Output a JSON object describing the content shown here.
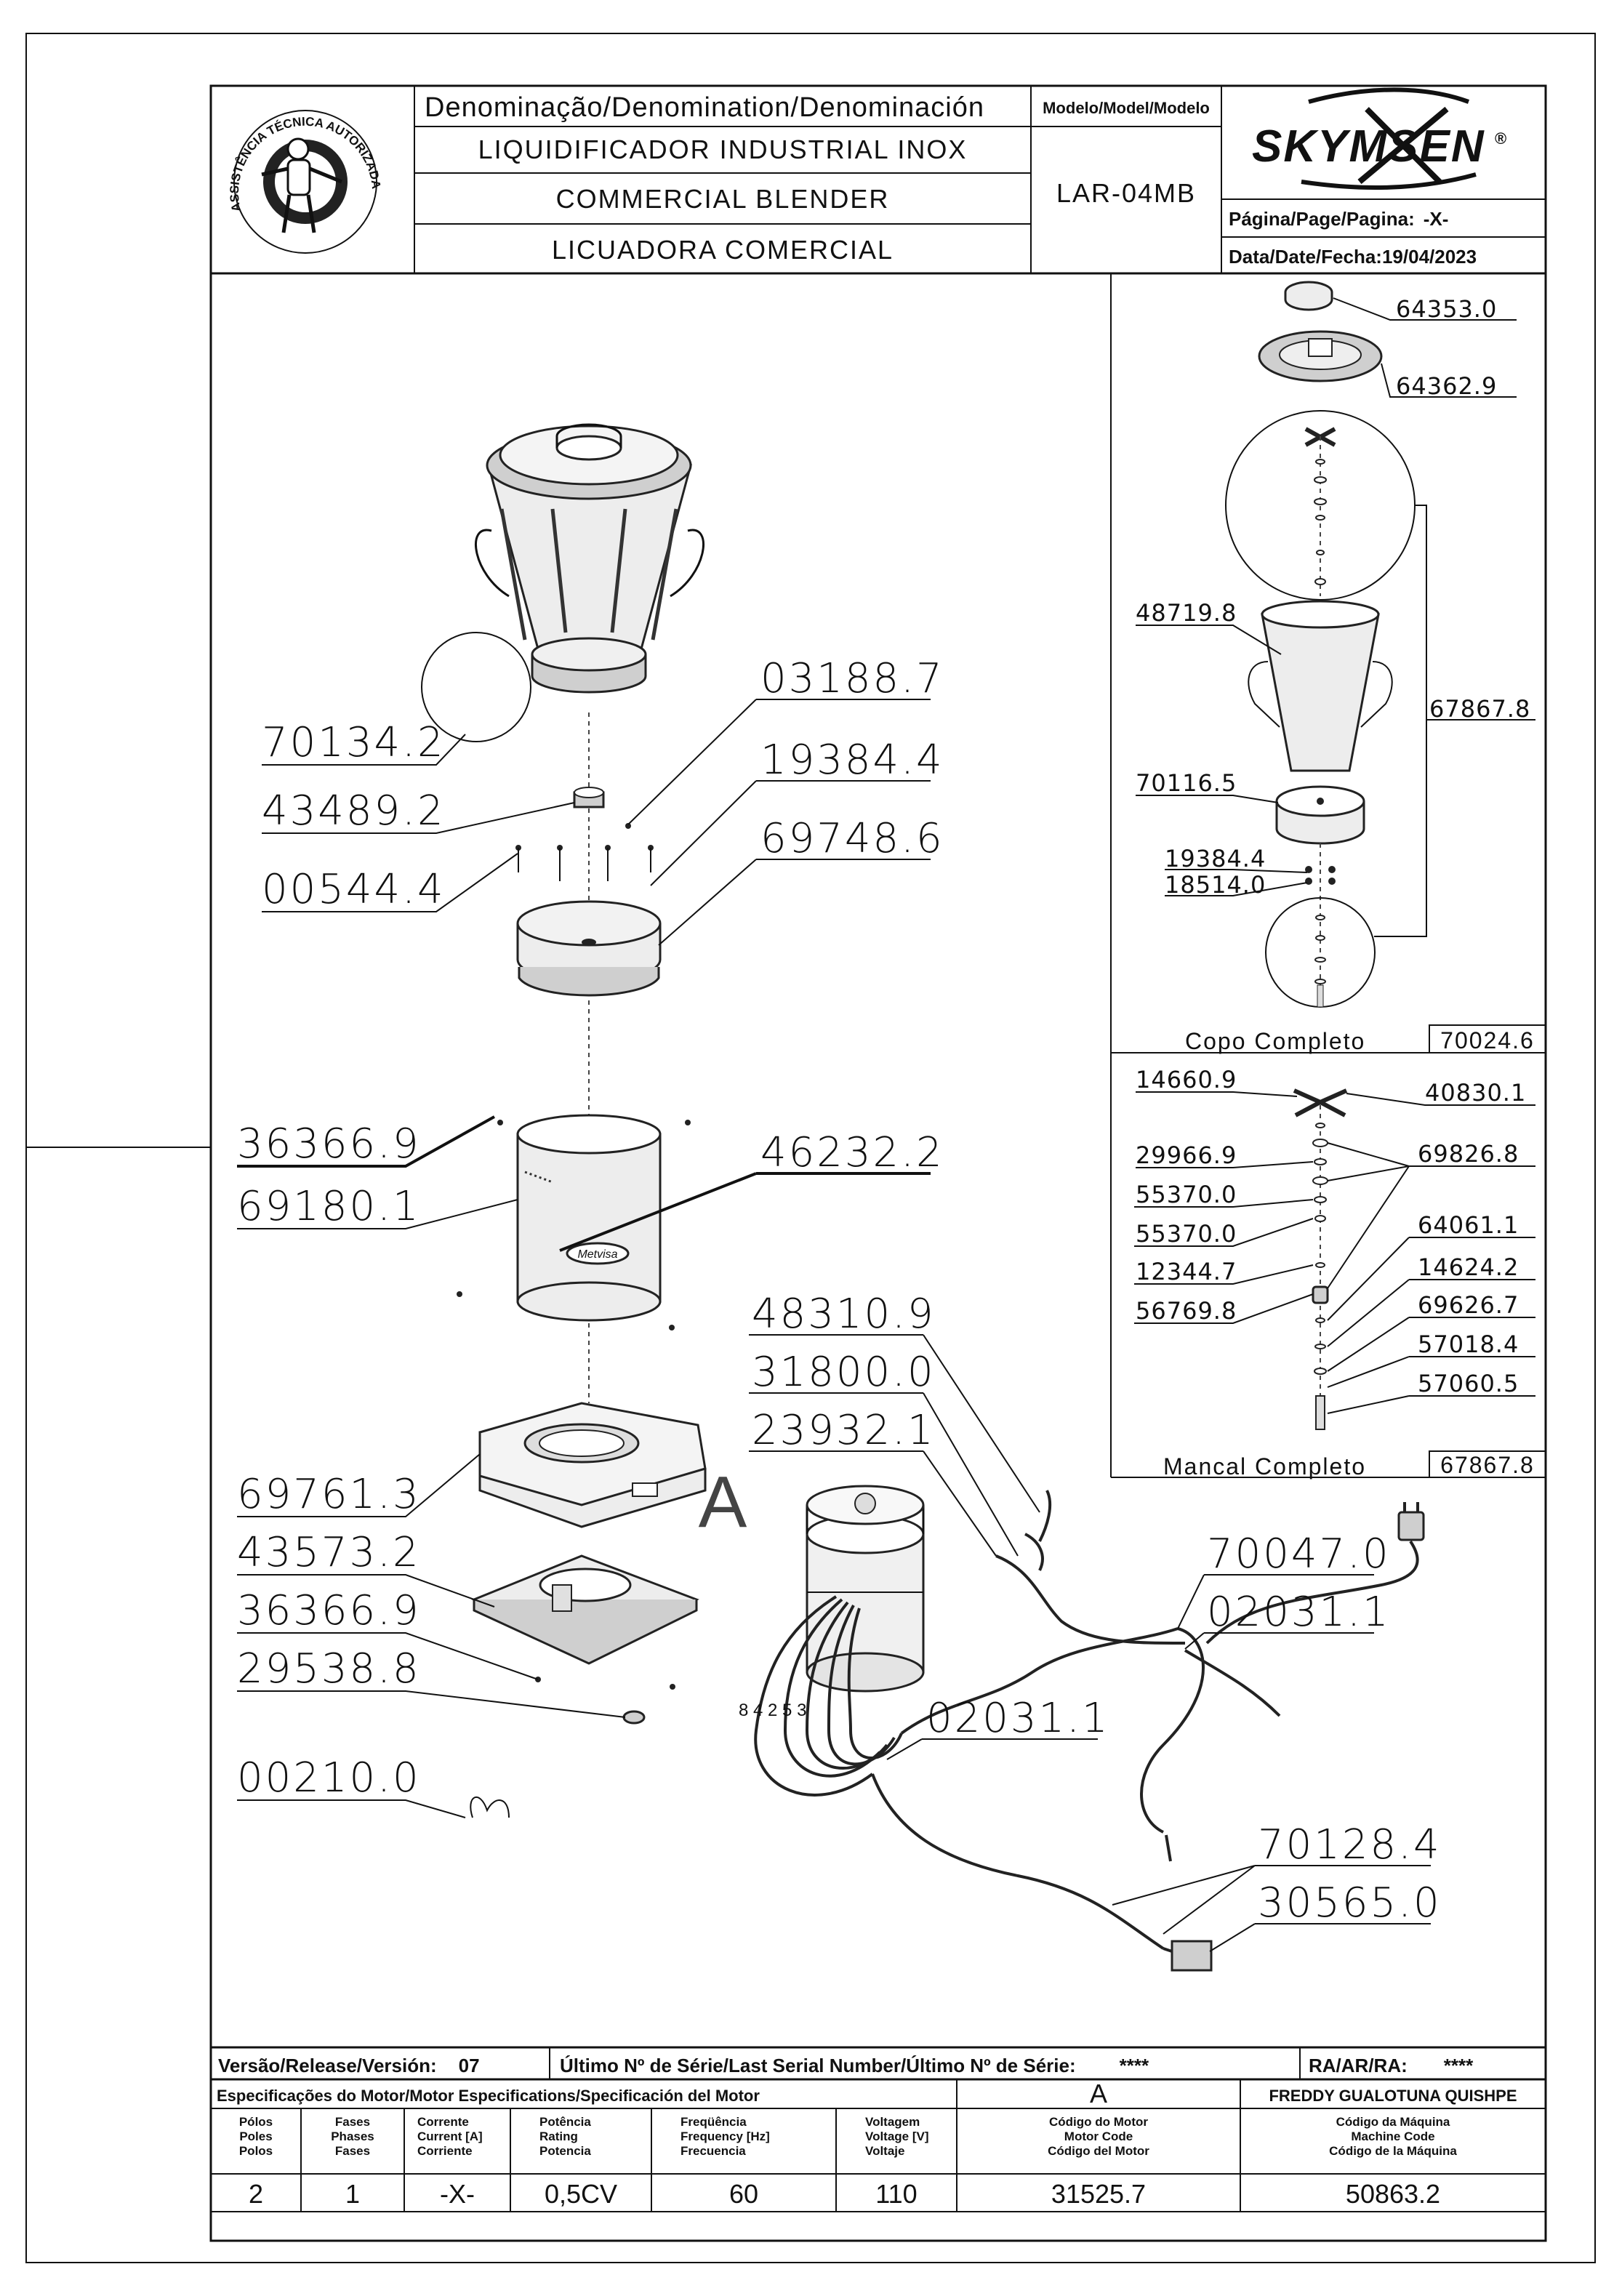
{
  "header": {
    "denomination_label": "Denominação/Denomination/Denominación",
    "name_pt": "LIQUIDIFICADOR INDUSTRIAL INOX",
    "name_en": "COMMERCIAL BLENDER",
    "name_es": "LICUADORA COMERCIAL",
    "model_label": "Modelo/Model/Modelo",
    "model_value": "LAR-04MB",
    "brand": "SKYMSEN",
    "brand_mark": "®",
    "page_label": "Página/Page/Pagina:",
    "page_value": "-X-",
    "date_label": "Data/Date/Fecha:",
    "date_value": "19/04/2023",
    "seal_text_top": "ASSISTÊNCIA TÉCNICA AUTORIZADA"
  },
  "parts": {
    "p70134_2": "70134.2",
    "p43489_2": "43489.2",
    "p00544_4": "00544.4",
    "p03188_7": "03188.7",
    "p19384_4": "19384.4",
    "p69748_6": "69748.6",
    "p36366_9a": "36366.9",
    "p69180_1": "69180.1",
    "p46232_2": "46232.2",
    "p69761_3": "69761.3",
    "p43573_2": "43573.2",
    "p36366_9b": "36366.9",
    "p29538_8": "29538.8",
    "p00210_0": "00210.0",
    "p48310_9": "48310.9",
    "p31800_0": "31800.0",
    "p23932_1": "23932.1",
    "p70047_0": "70047.0",
    "p02031_1a": "02031.1",
    "p02031_1b": "02031.1",
    "p70128_4": "70128.4",
    "p30565_0": "30565.0",
    "view_marker": "A",
    "badge_text": "Metvisa",
    "wire_numbers": "8 4 2 5 3"
  },
  "copo_panel": {
    "p64353_0": "64353.0",
    "p64362_9": "64362.9",
    "p48719_8": "48719.8",
    "p67867_8": "67867.8",
    "p70116_5": "70116.5",
    "p19384_4": "19384.4",
    "p18514_0": "18514.0",
    "caption": "Copo Completo",
    "code": "70024.6"
  },
  "mancal_panel": {
    "p14660_9": "14660.9",
    "p40830_1": "40830.1",
    "p29966_9": "29966.9",
    "p69826_8": "69826.8",
    "p55370_0a": "55370.0",
    "p55370_0b": "55370.0",
    "p64061_1": "64061.1",
    "p12344_7": "12344.7",
    "p14624_2": "14624.2",
    "p56769_8": "56769.8",
    "p69626_7": "69626.7",
    "p57018_4": "57018.4",
    "p57060_5": "57060.5",
    "caption": "Mancal Completo",
    "code": "67867.8"
  },
  "footer": {
    "version_label": "Versão/Release/Versión:",
    "version_value": "07",
    "serial_label": "Último Nº de Série/Last Serial Number/Último Nº de Série:",
    "serial_value": "****",
    "ra_label": "RA/AR/RA:",
    "ra_value": "****",
    "motor_spec_label": "Especificações do Motor/Motor Especifications/Specificación del Motor",
    "motor_letter": "A",
    "technician": "FREDDY GUALOTUNA QUISHPE",
    "columns": [
      {
        "l1": "Pólos",
        "l2": "Poles",
        "l3": "Polos",
        "value": "2"
      },
      {
        "l1": "Fases",
        "l2": "Phases",
        "l3": "Fases",
        "value": "1"
      },
      {
        "l1": "Corrente",
        "l2": "Current [A]",
        "l3": "Corriente",
        "value": "-X-"
      },
      {
        "l1": "Potência",
        "l2": "Rating",
        "l3": "Potencia",
        "value": "0,5CV"
      },
      {
        "l1": "Freqüência",
        "l2": "Frequency [Hz]",
        "l3": "Frecuencia",
        "value": "60"
      },
      {
        "l1": "Voltagem",
        "l2": "Voltage [V]",
        "l3": "Voltaje",
        "value": "110"
      },
      {
        "l1": "Código do Motor",
        "l2": "Motor Code",
        "l3": "Código del Motor",
        "value": "31525.7"
      },
      {
        "l1": "Código da Máquina",
        "l2": "Machine Code",
        "l3": "Código de la Máquina",
        "value": "50863.2"
      }
    ]
  }
}
